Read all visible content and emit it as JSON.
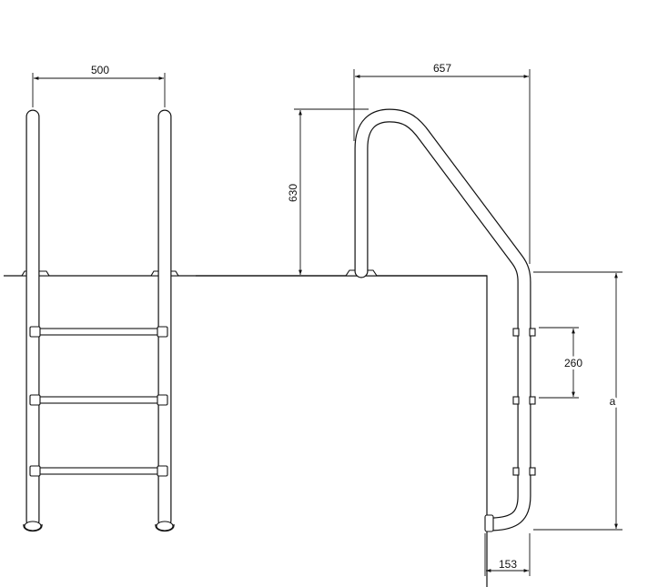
{
  "dimensions": {
    "ladder_width": "500",
    "handrail_reach": "657",
    "handrail_height": "630",
    "step_spacing": "260",
    "depth": "a",
    "bottom_offset": "153"
  }
}
